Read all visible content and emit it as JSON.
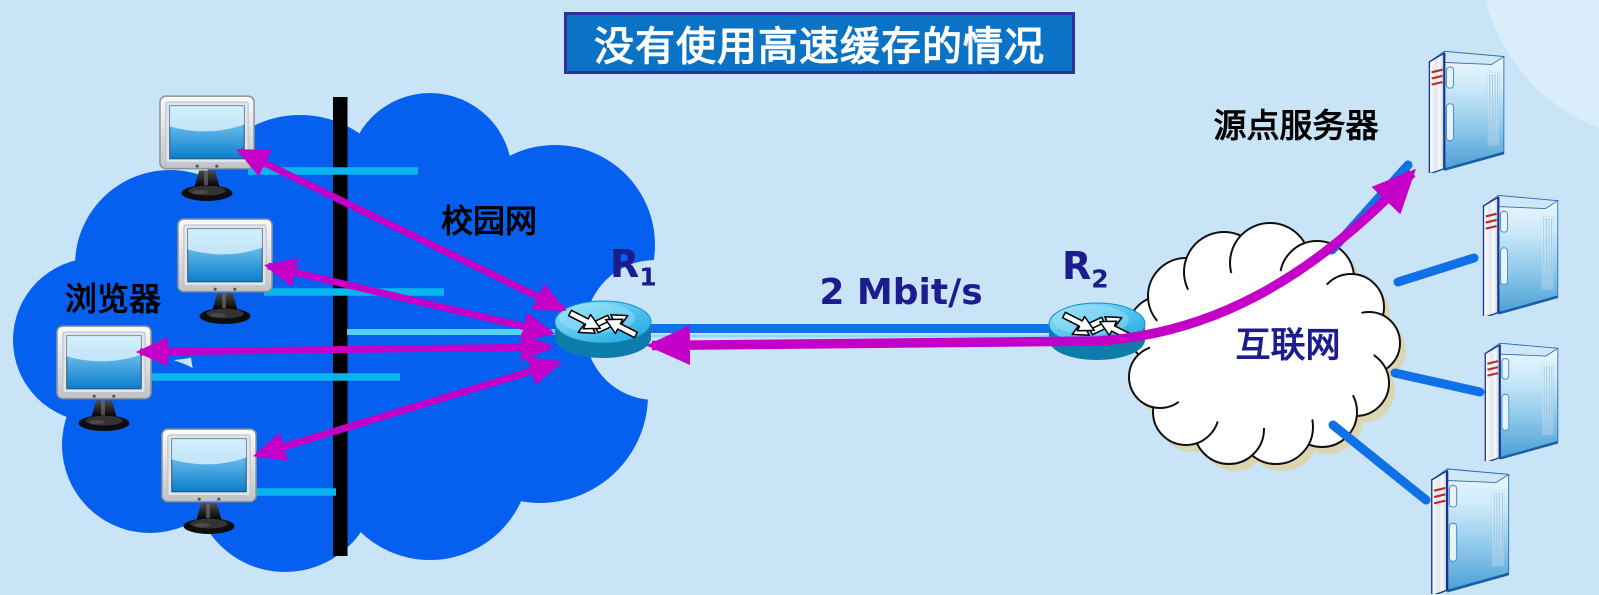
{
  "title": "没有使用高速缓存的情况",
  "campus_cloud": {
    "label": "校园网"
  },
  "browsers": {
    "label": "浏览器",
    "count": 4
  },
  "routers": [
    {
      "base": "R",
      "sub": "1"
    },
    {
      "base": "R",
      "sub": "2"
    }
  ],
  "link": {
    "bandwidth": "2 Mbit/s"
  },
  "internet_cloud": {
    "label": "互联网"
  },
  "origin_servers": {
    "label": "源点服务器",
    "count": 4
  },
  "colors": {
    "background": "#c8e4f6",
    "campus_cloud": "#0560f0",
    "lan_bus": "#0ab4ec",
    "flow": "#c400c8",
    "link_line": "#1070e8",
    "navy_text": "#1c1c8e",
    "title_bg": "#0a73c5",
    "title_border": "#31309a",
    "label_text": "#000000"
  }
}
